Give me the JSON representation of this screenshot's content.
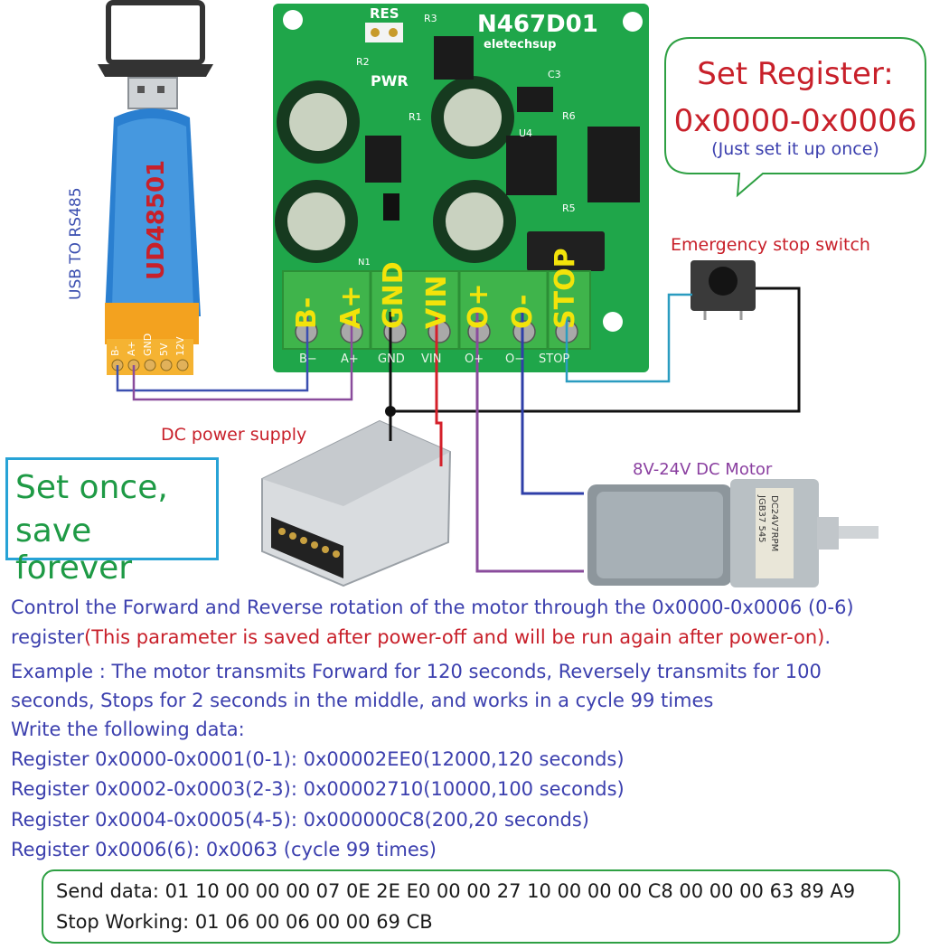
{
  "board": {
    "model": "N467D01",
    "brand": "eletechsup",
    "res_label": "RES",
    "pwr_label": "PWR",
    "components": [
      "R3",
      "R2",
      "R1",
      "C3",
      "R6",
      "U4",
      "R5",
      "N1"
    ],
    "terminals": [
      "B-",
      "A+",
      "GND",
      "VIN",
      "O+",
      "O-",
      "STOP"
    ],
    "silkscreen": [
      "B−",
      "A+",
      "GND",
      "VIN",
      "O+",
      "O−",
      "STOP"
    ]
  },
  "adapter": {
    "model": "UD48501",
    "side_label": "USB TO RS485",
    "pins": [
      "B-",
      "A+",
      "GND",
      "5V",
      "12V"
    ]
  },
  "labels": {
    "emergency": "Emergency stop switch",
    "power_supply": "DC power supply",
    "motor": "8V-24V DC Motor",
    "motor_sticker_1": "JGB37 545",
    "motor_sticker_2": "DC24V7RPM"
  },
  "callout": {
    "line1": "Set Register:",
    "line2": "0x0000-0x0006",
    "line3": "(Just set it up once)"
  },
  "save_box": {
    "line1": "Set once,",
    "line2": "save forever"
  },
  "description": {
    "p1_blue": "Control the Forward and Reverse rotation of the motor through the 0x0000-0x0006 (0-6)",
    "p1b_blue": "register",
    "p1b_red": "(This parameter is saved after power-off and will be run again after power-on)",
    "p1b_end": ".",
    "example_1": "Example : The motor transmits Forward for 120 seconds, Reversely transmits for 100",
    "example_2": "seconds, Stops for 2 seconds in the middle, and works in a cycle 99 times",
    "write": "Write the following data:",
    "registers": [
      "Register 0x0000-0x0001(0-1): 0x00002EE0(12000,120 seconds)",
      "Register 0x0002-0x0003(2-3): 0x00002710(10000,100 seconds)",
      "Register 0x0004-0x0005(4-5): 0x000000C8(200,20 seconds)",
      "Register 0x0006(6): 0x0063 (cycle 99 times)"
    ]
  },
  "commands": {
    "send": "Send data: 01 10 00 00 00 07 0E 2E E0 00 00 27 10 00 00 00 C8 00 00 00 63 89 A9",
    "stop": "Stop Working: 01 06 00 06 00 00 69 CB"
  },
  "colors": {
    "board_green": "#1fa64a",
    "terminal_green": "#3fb44b",
    "title_red": "#c8202a",
    "text_blue": "#3b3fae",
    "save_green": "#1e9a45",
    "save_border": "#27a3d6",
    "callout_border": "#2ea043",
    "wire_red": "#d4202a",
    "wire_purple": "#8a4c9c",
    "wire_blue": "#2f3fa8",
    "wire_cyan": "#2a9cc0",
    "wire_black": "#111111"
  }
}
